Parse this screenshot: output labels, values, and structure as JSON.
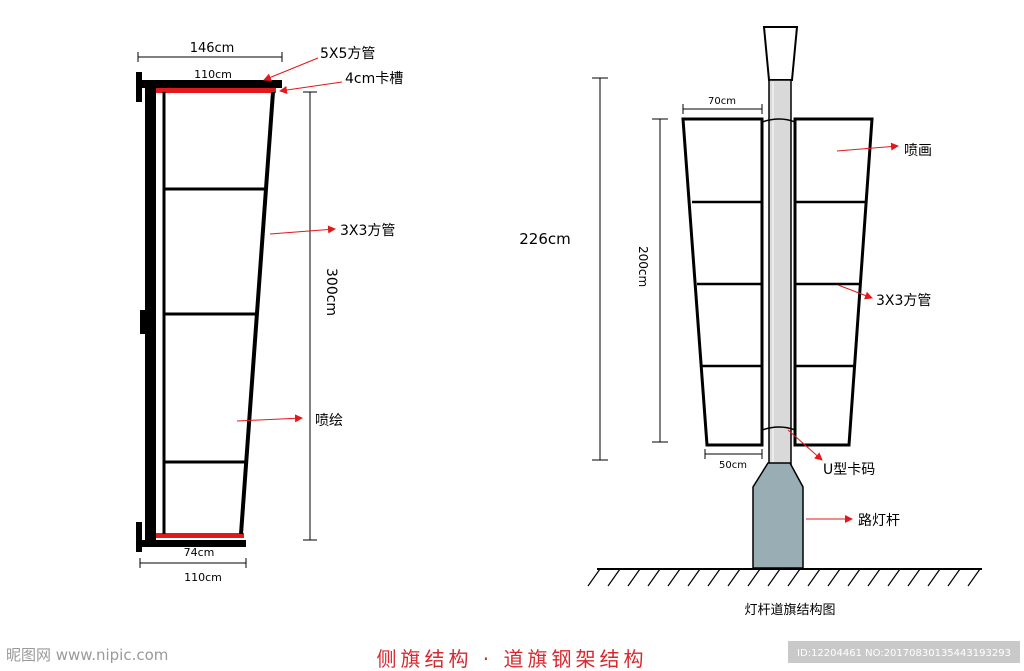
{
  "side_flag": {
    "dim_top_total": "146cm",
    "dim_top_inner": "110cm",
    "dim_bottom_inner": "74cm",
    "dim_bottom_total": "110cm",
    "dim_height": "300cm",
    "note_top_tube": "5X5方管",
    "note_slot": "4cm卡槽",
    "note_frame_tube": "3X3方管",
    "note_print": "喷绘"
  },
  "road_flag": {
    "dim_total_height": "226cm",
    "dim_panel_height": "200cm",
    "dim_top_width": "70cm",
    "dim_bottom_width": "50cm",
    "note_print": "喷画",
    "note_frame_tube": "3X3方管",
    "note_clamp": "U型卡码",
    "note_pole": "路灯杆",
    "caption": "灯杆道旗结构图"
  },
  "bottom_title": "侧旗结构 · 道旗钢架结构",
  "watermark": {
    "left": "昵图网 www.nipic.com",
    "right": "ID:12204461 NO:20170830135443193293"
  },
  "colors": {
    "frame": "#000000",
    "slot": "#e0191d",
    "arrow": "#e0191d",
    "pole": "#98aeb4",
    "title": "#d6282f",
    "watermark_bg": "#c9c9c9"
  }
}
